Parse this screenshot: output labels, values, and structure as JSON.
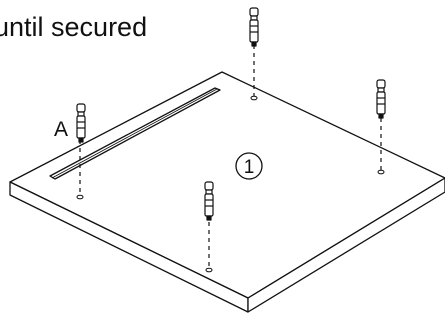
{
  "instruction_text": "until secured",
  "part_label": "A",
  "step_number": "1",
  "icons": {
    "panel": "flat-board-panel",
    "connector": "cam-bolt-connector"
  },
  "colors": {
    "line": "#111111",
    "panel_fill": "#ffffff",
    "background": "#ffffff"
  }
}
